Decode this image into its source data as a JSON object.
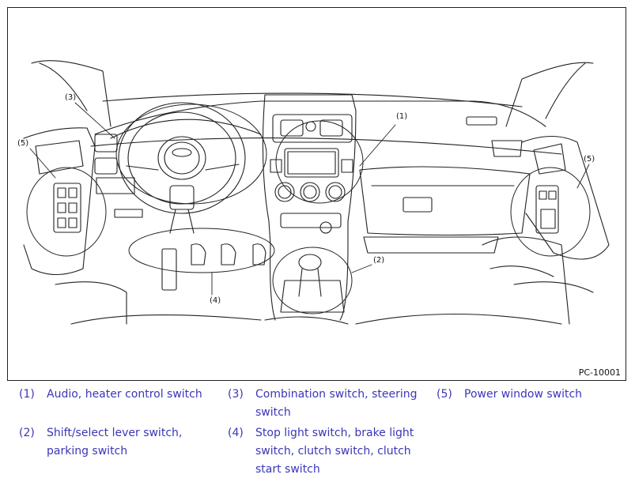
{
  "figure": {
    "code": "PC-10001",
    "callouts": [
      "(1)",
      "(2)",
      "(3)",
      "(4)",
      "(5)",
      "(5)"
    ]
  },
  "legend": [
    {
      "num": "(1)",
      "text": "Audio, heater control switch"
    },
    {
      "num": "(2)",
      "text": "Shift/select lever switch, parking switch"
    },
    {
      "num": "(3)",
      "text": "Combination switch, steering switch"
    },
    {
      "num": "(4)",
      "text": "Stop light switch, brake light switch, clutch switch, clutch start switch"
    },
    {
      "num": "(5)",
      "text": "Power window switch"
    }
  ]
}
